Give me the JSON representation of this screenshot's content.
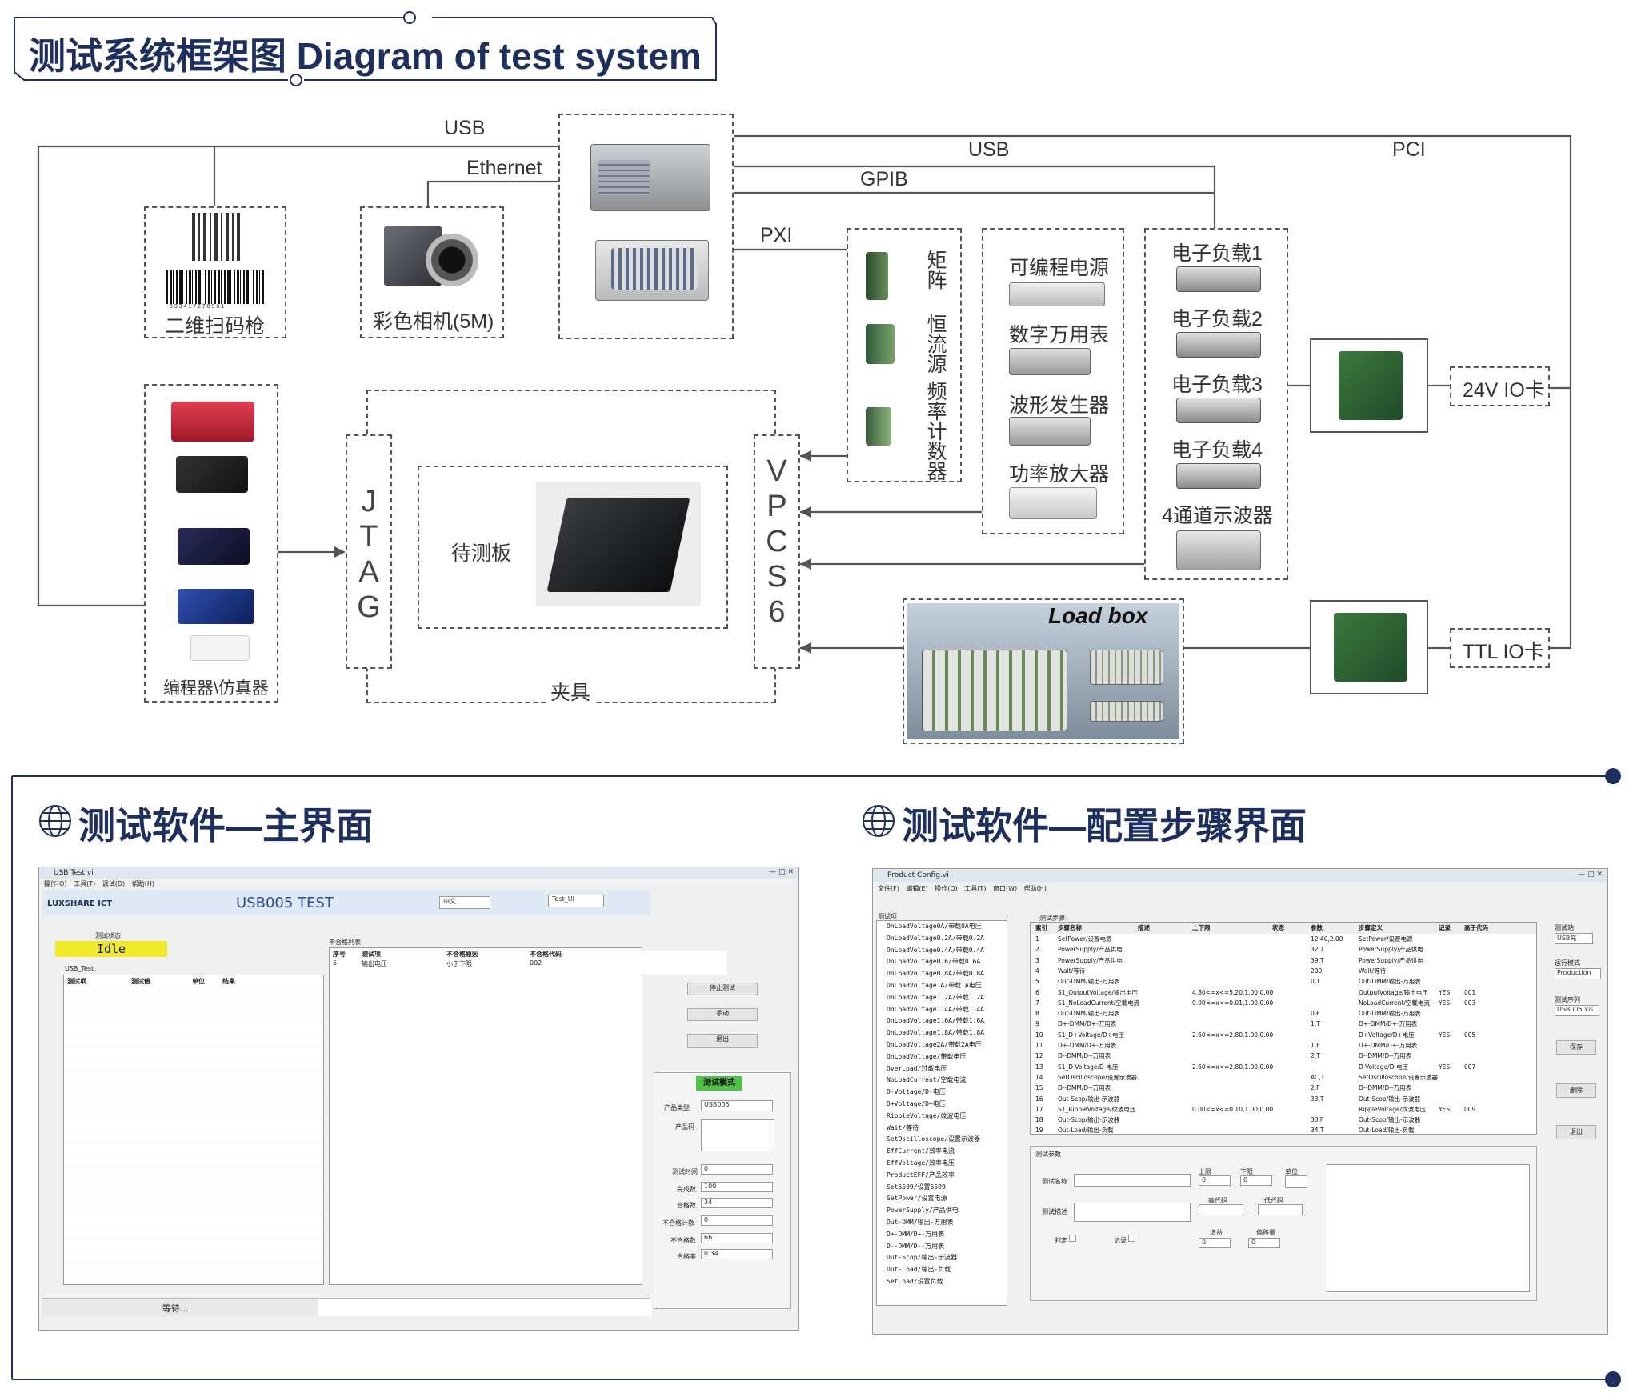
{
  "colors": {
    "navy": "#1d2f5e",
    "line": "#555555",
    "idle_bg": "#f0ea2a",
    "mode_bg": "#4fc24a"
  },
  "header": {
    "title": "测试系统框架图 Diagram of test system"
  },
  "diagram": {
    "conn": {
      "usb_top": "USB",
      "ethernet": "Ethernet",
      "usb_right": "USB",
      "gpib": "GPIB",
      "pci": "PCI",
      "pxi": "PXI"
    },
    "scanner": "二维扫码枪",
    "barcode_digits": "6 9 3 4 1 7 2 7 8 9 6 1",
    "camera": "彩色相机(5M)",
    "pxi_modules": {
      "matrix": "矩阵",
      "ccs": "恒流源",
      "counter": "频率计数器"
    },
    "instruments": [
      "可编程电源",
      "数字万用表",
      "波形发生器",
      "功率放大器"
    ],
    "loads": [
      "电子负载1",
      "电子负载2",
      "电子负载3",
      "电子负载4",
      "4通道示波器"
    ],
    "io24": "24V IO卡",
    "ttl": "TTL IO卡",
    "programmer": "编程器\\仿真器",
    "jtag": "JTAG",
    "vpc": "VPC S6",
    "dut": "待测板",
    "fixture": "夹具",
    "loadbox": "Load box"
  },
  "section_main": {
    "title": "测试软件—主界面"
  },
  "section_config": {
    "title": "测试软件—配置步骤界面"
  },
  "main_ui": {
    "window_title": "USB Test.vi",
    "menu": "操作(O) 工具(T) 调试(D) 帮助(H)",
    "logo": "LUXSHARE ICT",
    "app_title": "USB005 TEST",
    "lang": "中文",
    "test_combo": "Test_UI",
    "status_label": "测试状态",
    "status_value": "Idle",
    "group": "USB_Test",
    "cols": [
      "测试项",
      "测试值",
      "单位",
      "结果"
    ],
    "fail_title": "不合格列表",
    "fail_cols": [
      "序号",
      "测试项",
      "不合格原因",
      "不合格代码"
    ],
    "fail_row": [
      "5",
      "输出电压",
      "小于下限",
      "002"
    ],
    "btn_stop": "停止测试",
    "btn_manual": "手动",
    "btn_exit": "退出",
    "mode": "测试模式",
    "product_type_label": "产品类型",
    "product_type": "USB005",
    "sn_label": "产品码",
    "time_label": "测试时间",
    "time": "0",
    "done_label": "完成数",
    "done": "100",
    "pass_label": "合格数",
    "pass": "34",
    "failcnt_label": "不合格计数",
    "failcnt": "0",
    "fail_label": "不合格数",
    "fail": "66",
    "rate_label": "合格率",
    "rate": "0.34",
    "status_bar": "等待..."
  },
  "config_ui": {
    "window_title": "Product Config.vi",
    "menu": "文件(F) 编辑(E) 操作(O) 工具(T) 窗口(W) 帮助(H)",
    "steps_label": "测试步骤",
    "items_label": "测试项",
    "items": [
      "OnLoadVoltage0A/带载0A电压",
      "OnLoadVoltage0.2A/带载0.2A",
      "OnLoadVoltage0.4A/带载0.4A",
      "OnLoadVoltage0.6/带载0.6A",
      "OnLoadVoltage0.8A/带载0.8A",
      "OnLoadVoltage1A/带载1A电压",
      "OnLoadVoltage1.2A/带载1.2A",
      "OnLoadVoltage1.4A/带载1.4A",
      "OnLoadVoltage1.6A/带载1.6A",
      "OnLoadVoltage1.8A/带载1.8A",
      "OnLoadVoltage2A/带载2A电压",
      "OnLoadVoltage/带载电压",
      "OverLoad/过载电压",
      "NoLoadCurrent/空载电流",
      "D-Voltage/D-电压",
      "D+Voltage/D+电压",
      "RippleVoltage/纹波电压",
      "Wait/等待",
      "SetOscilloscope/设置示波器",
      "EffCurrent/效率电流",
      "EffVoltage/效率电压",
      "ProductEFF/产品效率",
      "Set6509/设置6509",
      "SetPower/设置电源",
      "PowerSupply/产品供电",
      "Out-DMM/输出-万用表",
      "D+-DMM/D+-万用表",
      "D--DMM/D--万用表",
      "Out-Scop/输出-示波器",
      "Out-Load/输出-负载",
      "SetLoad/设置负载"
    ],
    "cols": [
      "索引",
      "步骤名称",
      "描述",
      "上下限",
      "状态",
      "参数",
      "步骤定义",
      "记录",
      "高于代码"
    ],
    "rows": [
      [
        "1",
        "SetPower/设置电源",
        "",
        "",
        "",
        "12.40,2.00",
        "SetPower/设置电源",
        "",
        ""
      ],
      [
        "2",
        "PowerSupply/产品供电",
        "",
        "",
        "",
        "32,T",
        "PowerSupply/产品供电",
        "",
        ""
      ],
      [
        "3",
        "PowerSupply/产品供电",
        "",
        "",
        "",
        "39,T",
        "PowerSupply/产品供电",
        "",
        ""
      ],
      [
        "4",
        "Wait/等待",
        "",
        "",
        "",
        "200",
        "Wait/等待",
        "",
        ""
      ],
      [
        "5",
        "Out-DMM/输出-万用表",
        "",
        "",
        "",
        "0,T",
        "Out-DMM/输出-万用表",
        "",
        ""
      ],
      [
        "6",
        "S1_OutputVoltage/输出电压",
        "",
        "4.80<=x<=5.20,1.00,0.00",
        "",
        "",
        "OutputVoltage/输出电压",
        "YES",
        "001"
      ],
      [
        "7",
        "S1_NoLoadCurrent/空载电流",
        "",
        "0.00<=x<=0.01,1.00,0.00",
        "",
        "",
        "NoLoadCurrent/空载电流",
        "YES",
        "003"
      ],
      [
        "8",
        "Out-DMM/输出-万用表",
        "",
        "",
        "",
        "0,F",
        "Out-DMM/输出-万用表",
        "",
        ""
      ],
      [
        "9",
        "D+-DMM/D+-万用表",
        "",
        "",
        "",
        "1,T",
        "D+-DMM/D+-万用表",
        "",
        ""
      ],
      [
        "10",
        "S1_D+Voltage/D+电压",
        "",
        "2.60<=x<=2.80,1.00,0.00",
        "",
        "",
        "D+Voltage/D+电压",
        "YES",
        "005"
      ],
      [
        "11",
        "D+-DMM/D+-万用表",
        "",
        "",
        "",
        "1,F",
        "D+-DMM/D+-万用表",
        "",
        ""
      ],
      [
        "12",
        "D--DMM/D--万用表",
        "",
        "",
        "",
        "2,T",
        "D--DMM/D--万用表",
        "",
        ""
      ],
      [
        "13",
        "S1_D-Voltage/D-电压",
        "",
        "2.60<=x<=2.80,1.00,0.00",
        "",
        "",
        "D-Voltage/D-电压",
        "YES",
        "007"
      ],
      [
        "14",
        "SetOscilloscope/设置示波器",
        "",
        "",
        "",
        "AC,1",
        "SetOscilloscope/设置示波器",
        "",
        ""
      ],
      [
        "15",
        "D--DMM/D--万用表",
        "",
        "",
        "",
        "2,F",
        "D--DMM/D--万用表",
        "",
        ""
      ],
      [
        "16",
        "Out-Scop/输出-示波器",
        "",
        "",
        "",
        "33,T",
        "Out-Scop/输出-示波器",
        "",
        ""
      ],
      [
        "17",
        "S1_RippleVoltage/纹波电压",
        "",
        "0.00<=x<=0.10,1.00,0.00",
        "",
        "",
        "RippleVoltage/纹波电压",
        "YES",
        "009"
      ],
      [
        "18",
        "Out-Scop/输出-示波器",
        "",
        "",
        "",
        "33,F",
        "Out-Scop/输出-示波器",
        "",
        ""
      ],
      [
        "19",
        "Out-Load/输出-负载",
        "",
        "",
        "",
        "34,T",
        "Out-Load/输出-负载",
        "",
        ""
      ]
    ],
    "right": {
      "station_label": "测试站",
      "station": "USB充",
      "mode_label": "运行模式",
      "mode": "Production",
      "seq_label": "测试序列",
      "seq": "USB005.xls",
      "save": "保存",
      "delete": "删除",
      "exit": "退出"
    },
    "params_tab": "测试参数",
    "param_name": "测试名称",
    "param_desc": "测试描述",
    "upper": "上限",
    "upper_v": "0",
    "lower": "下限",
    "lower_v": "0",
    "unit": "单位",
    "high_code": "高代码",
    "low_code": "低代码",
    "gain": "增益",
    "gain_v": "0",
    "offset": "偏移量",
    "offset_v": "0",
    "judge": "判定",
    "record": "记录"
  }
}
